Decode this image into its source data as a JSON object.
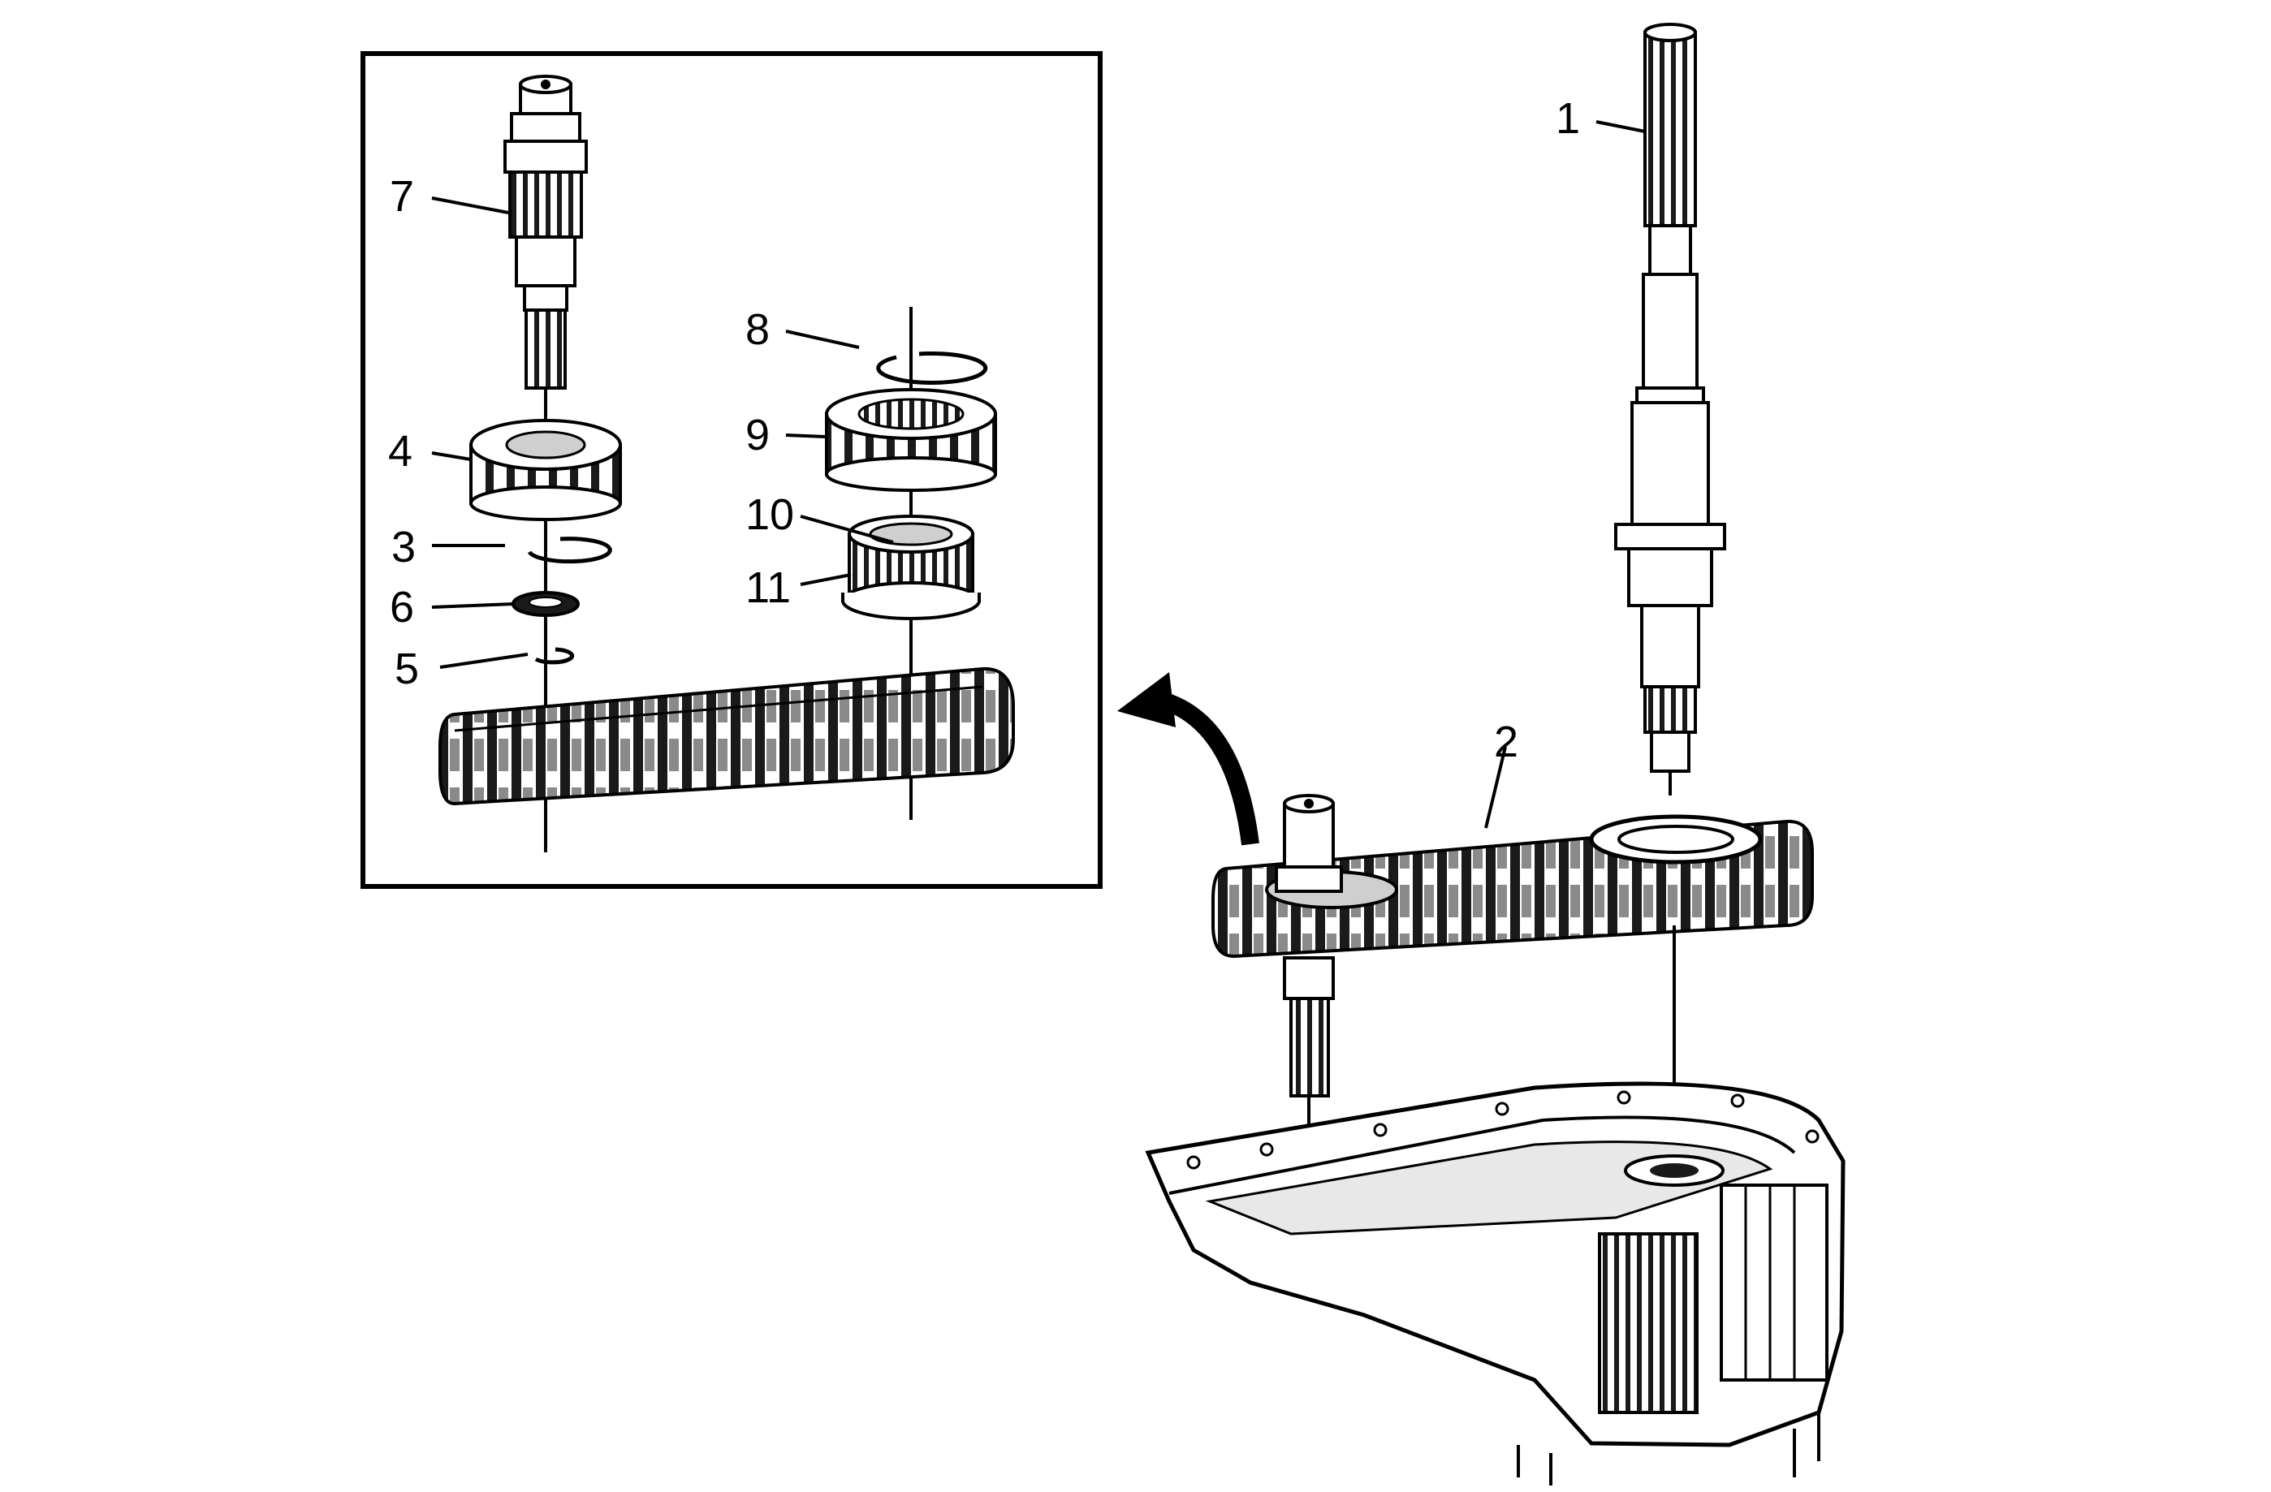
{
  "callouts": {
    "c1": "1",
    "c2": "2",
    "c3": "3",
    "c4": "4",
    "c5": "5",
    "c6": "6",
    "c7": "7",
    "c8": "8",
    "c9": "9",
    "c10": "10",
    "c11": "11"
  },
  "colors": {
    "line": "#000000",
    "part_fill": "#ffffff",
    "dark_fill": "#1a1a1a",
    "mid_fill": "#cfcfcf"
  }
}
